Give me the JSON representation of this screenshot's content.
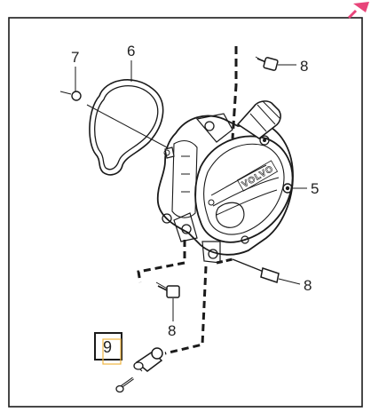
{
  "diagram": {
    "callouts": {
      "c7": "7",
      "c6": "6",
      "c8_top": "8",
      "c5": "5",
      "c8_right": "8",
      "c8_bottom": "8",
      "c9": "9"
    },
    "pump_brand": "VOLVO",
    "colors": {
      "frame": "#1a1a1a",
      "line": "#1a1a1a",
      "corner_marker": "#e8457a",
      "highlight": "#f0b642"
    }
  }
}
